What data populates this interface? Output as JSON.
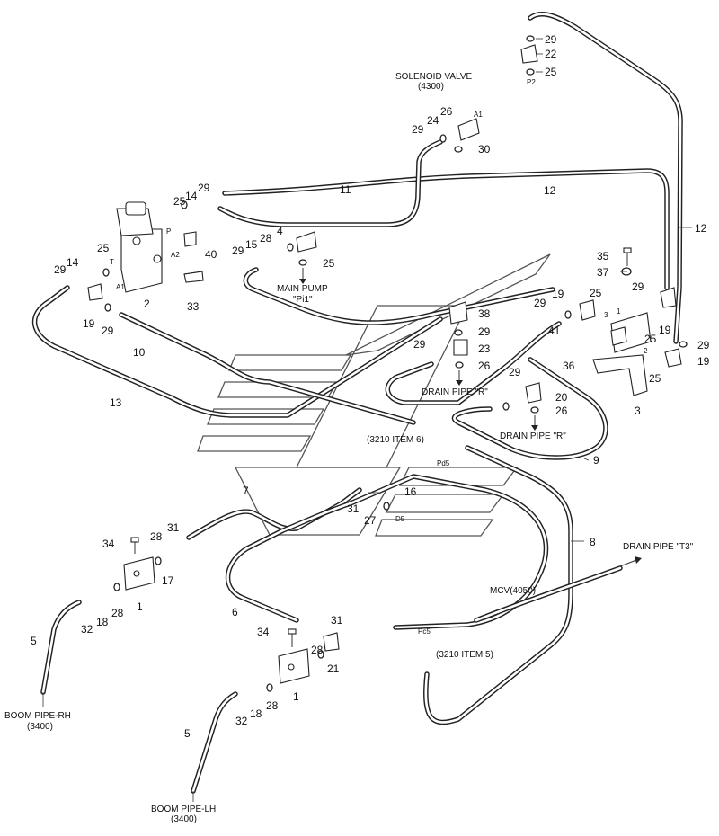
{
  "labels": {
    "solenoid_valve": "SOLENOID VALVE",
    "solenoid_valve_code": "(4300)",
    "main_pump": "MAIN PUMP",
    "main_pump_port": "\"Pi1\"",
    "drain_pipe_r_1": "DRAIN PIPE \"R\"",
    "drain_pipe_r_2": "DRAIN PIPE \"R\"",
    "drain_pipe_t3": "DRAIN PIPE \"T3\"",
    "item6": "(3210 ITEM 6)",
    "item5": "(3210 ITEM 5)",
    "mcv": "MCV(4050)",
    "boom_rh": "BOOM PIPE-RH",
    "boom_rh_code": "(3400)",
    "boom_lh": "BOOM PIPE-LH",
    "boom_lh_code": "(3400)"
  },
  "ports": {
    "p2": "P2",
    "a1_top": "A1",
    "p": "P",
    "t": "T",
    "a2": "A2",
    "a1": "A1",
    "pd5": "Pd5",
    "d5": "D5",
    "pc5": "Pc5",
    "port1": "1",
    "port2": "2",
    "port3": "3"
  },
  "callouts": [
    {
      "id": "c29a",
      "text": "29"
    },
    {
      "id": "c22",
      "text": "22"
    },
    {
      "id": "c25a",
      "text": "25"
    },
    {
      "id": "c26a",
      "text": "26"
    },
    {
      "id": "c24",
      "text": "24"
    },
    {
      "id": "c29b",
      "text": "29"
    },
    {
      "id": "c30",
      "text": "30"
    },
    {
      "id": "c11",
      "text": "11"
    },
    {
      "id": "c12a",
      "text": "12"
    },
    {
      "id": "c12b",
      "text": "12"
    },
    {
      "id": "c25b",
      "text": "25"
    },
    {
      "id": "c14a",
      "text": "14"
    },
    {
      "id": "c29c",
      "text": "29"
    },
    {
      "id": "c25c",
      "text": "25"
    },
    {
      "id": "c29d",
      "text": "29"
    },
    {
      "id": "c14b",
      "text": "14"
    },
    {
      "id": "c40",
      "text": "40"
    },
    {
      "id": "c2",
      "text": "2"
    },
    {
      "id": "c33",
      "text": "33"
    },
    {
      "id": "c19a",
      "text": "19"
    },
    {
      "id": "c29e",
      "text": "29"
    },
    {
      "id": "c29f",
      "text": "29"
    },
    {
      "id": "c15",
      "text": "15"
    },
    {
      "id": "c28a",
      "text": "28"
    },
    {
      "id": "c4",
      "text": "4"
    },
    {
      "id": "c25d",
      "text": "25"
    },
    {
      "id": "c10",
      "text": "10"
    },
    {
      "id": "c13",
      "text": "13"
    },
    {
      "id": "c38",
      "text": "38"
    },
    {
      "id": "c29g",
      "text": "29"
    },
    {
      "id": "c29h",
      "text": "29"
    },
    {
      "id": "c23",
      "text": "23"
    },
    {
      "id": "c26b",
      "text": "26"
    },
    {
      "id": "c35",
      "text": "35"
    },
    {
      "id": "c37",
      "text": "37"
    },
    {
      "id": "c29i",
      "text": "29"
    },
    {
      "id": "c19b",
      "text": "19"
    },
    {
      "id": "c25e",
      "text": "25"
    },
    {
      "id": "c29j",
      "text": "29"
    },
    {
      "id": "c41",
      "text": "41"
    },
    {
      "id": "c36",
      "text": "36"
    },
    {
      "id": "c25f",
      "text": "25"
    },
    {
      "id": "c19c",
      "text": "19"
    },
    {
      "id": "c29k",
      "text": "29"
    },
    {
      "id": "c19d",
      "text": "19"
    },
    {
      "id": "c25g",
      "text": "25"
    },
    {
      "id": "c3",
      "text": "3"
    },
    {
      "id": "c29l",
      "text": "29"
    },
    {
      "id": "c20",
      "text": "20"
    },
    {
      "id": "c26c",
      "text": "26"
    },
    {
      "id": "c9",
      "text": "9"
    },
    {
      "id": "c7",
      "text": "7"
    },
    {
      "id": "c16",
      "text": "16"
    },
    {
      "id": "c31a",
      "text": "31"
    },
    {
      "id": "c27",
      "text": "27"
    },
    {
      "id": "c8",
      "text": "8"
    },
    {
      "id": "c34a",
      "text": "34"
    },
    {
      "id": "c28b",
      "text": "28"
    },
    {
      "id": "c31b",
      "text": "31"
    },
    {
      "id": "c17",
      "text": "17"
    },
    {
      "id": "c1a",
      "text": "1"
    },
    {
      "id": "c32a",
      "text": "32"
    },
    {
      "id": "c18a",
      "text": "18"
    },
    {
      "id": "c28c",
      "text": "28"
    },
    {
      "id": "c6",
      "text": "6"
    },
    {
      "id": "c31c",
      "text": "31"
    },
    {
      "id": "c34b",
      "text": "34"
    },
    {
      "id": "c28d",
      "text": "28"
    },
    {
      "id": "c21",
      "text": "21"
    },
    {
      "id": "c1b",
      "text": "1"
    },
    {
      "id": "c32b",
      "text": "32"
    },
    {
      "id": "c18b",
      "text": "18"
    },
    {
      "id": "c28e",
      "text": "28"
    },
    {
      "id": "c5a",
      "text": "5"
    },
    {
      "id": "c5b",
      "text": "5"
    }
  ]
}
